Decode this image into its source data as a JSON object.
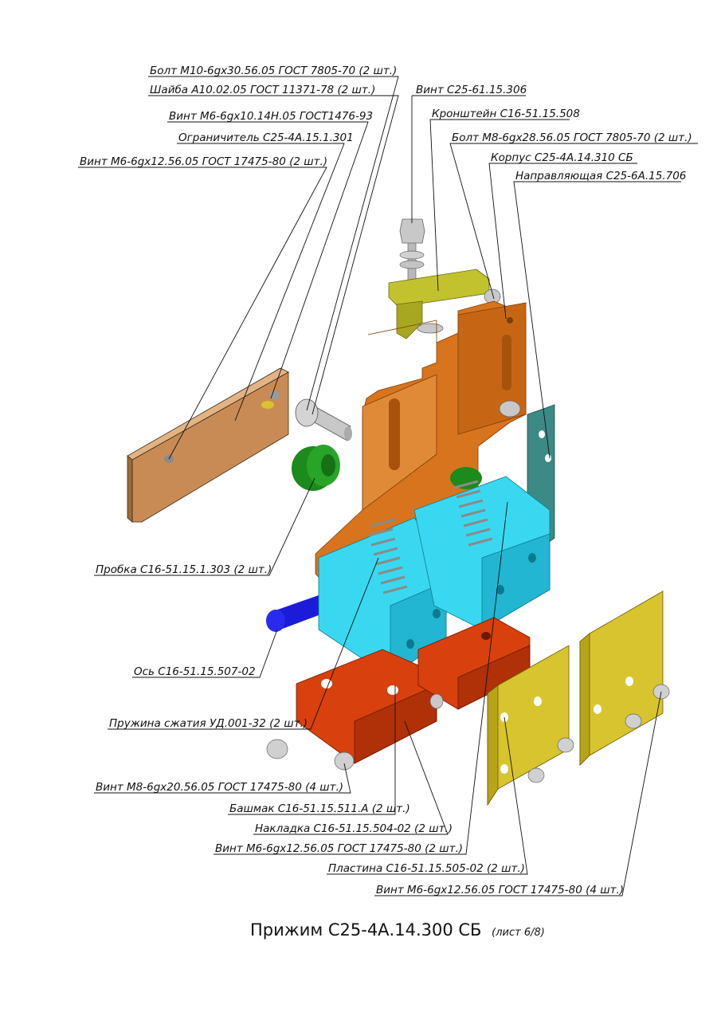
{
  "title": {
    "main": "Прижим С25-4А.14.300 СБ",
    "sheet": "(лист 6/8)"
  },
  "callouts": [
    {
      "id": "bolt-m10",
      "text": "Болт М10-6gх30.56.05 ГОСТ 7805-70 (2 шт.)"
    },
    {
      "id": "washer-a10",
      "text": "Шайба А10.02.05 ГОСТ 11371-78 (2 шт.)"
    },
    {
      "id": "screw-m6-10",
      "text": "Винт М6-6gх10.14Н.05 ГОСТ1476-93"
    },
    {
      "id": "limiter",
      "text": "Ограничитель С25-4А.15.1.301"
    },
    {
      "id": "screw-m6-12-a",
      "text": "Винт М6-6gх12.56.05 ГОСТ 17475-80 (2 шт.)"
    },
    {
      "id": "screw-c25",
      "text": "Винт С25-61.15.306"
    },
    {
      "id": "bracket",
      "text": "Кронштейн С16-51.15.508"
    },
    {
      "id": "bolt-m8",
      "text": "Болт М8-6gх28.56.05 ГОСТ 7805-70 (2 шт.)"
    },
    {
      "id": "body",
      "text": "Корпус С25-4А.14.310 СБ"
    },
    {
      "id": "guide",
      "text": "Направляющая С25-6А.15.706"
    },
    {
      "id": "plug",
      "text": "Пробка С16-51.15.1.303 (2 шт.)"
    },
    {
      "id": "axle",
      "text": "Ось С16-51.15.507-02"
    },
    {
      "id": "spring",
      "text": "Пружина сжатия УД.001-32 (2 шт.)"
    },
    {
      "id": "screw-m8-20",
      "text": "Винт М8-6gх20.56.05 ГОСТ 17475-80 (4 шт.)"
    },
    {
      "id": "shoe",
      "text": "Башмак С16-51.15.511.А (2 шт.)"
    },
    {
      "id": "pad",
      "text": "Накладка С16-51.15.504-02 (2 шт.)"
    },
    {
      "id": "screw-m6-12-b",
      "text": "Винт М6-6gх12.56.05 ГОСТ 17475-80 (2 шт.)"
    },
    {
      "id": "plate",
      "text": "Пластина  С16-51.15.505-02 (2 шт.)"
    },
    {
      "id": "screw-m6-12-c",
      "text": "Винт М6-6gх12.56.05 ГОСТ 17475-80 (4 шт.)"
    }
  ],
  "colors": {
    "body": "#d8741e",
    "body_shade": "#b85e12",
    "limiter": "#c98b55",
    "bracket": "#c2c22e",
    "guide": "#3c8a86",
    "block": "#3ad8f0",
    "block_shade": "#22b6d2",
    "shoe": "#d8400e",
    "shoe_shade": "#b03008",
    "plate": "#d8c42e",
    "plate_shade": "#b8a418",
    "axle": "#1c1cd8",
    "plug": "#1c8a1c",
    "steel": "#c8c8c8"
  }
}
